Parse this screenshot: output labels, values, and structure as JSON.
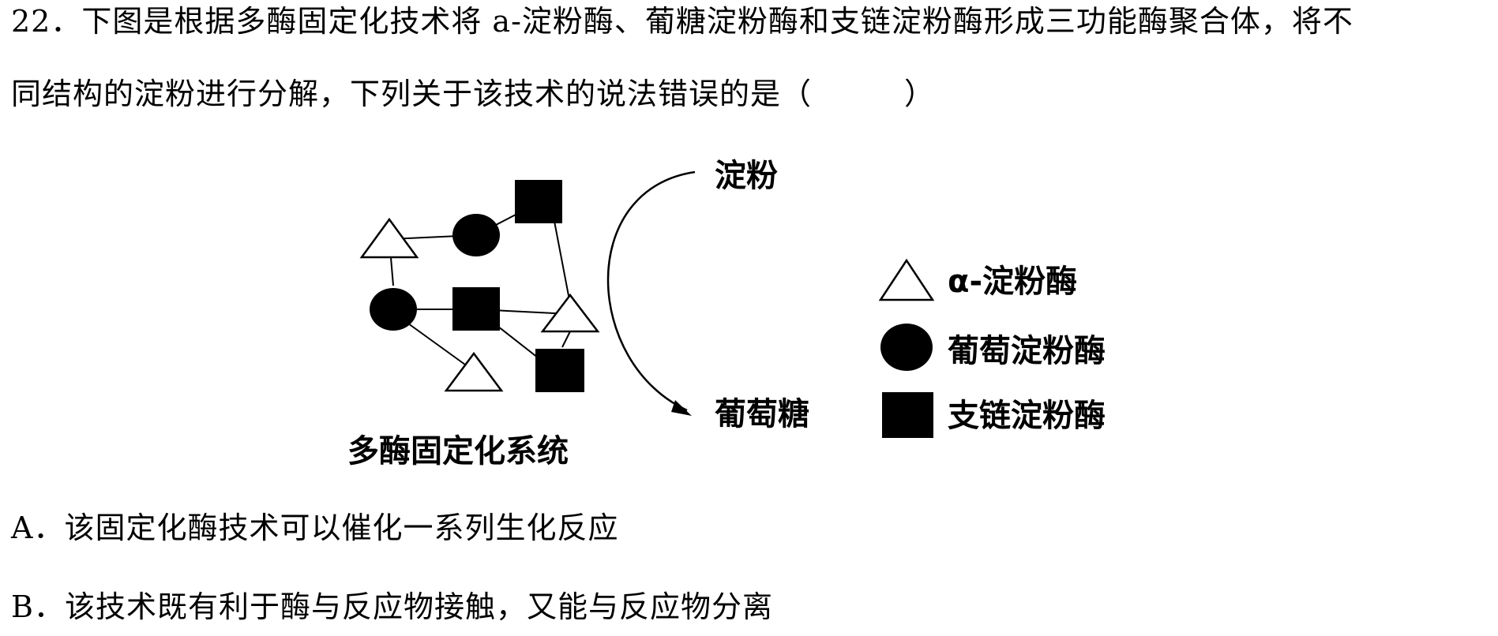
{
  "question": {
    "line1": "22．下图是根据多酶固定化技术将 a-淀粉酶、葡糖淀粉酶和支链淀粉酶形成三功能酶聚合体，将不",
    "line2": "同结构的淀粉进行分解，下列关于该技术的说法错误的是（　　　）"
  },
  "diagram": {
    "system_label": "多酶固定化系统",
    "substrate_label": "淀粉",
    "product_label": "葡萄糖",
    "legend": [
      {
        "shape": "triangle",
        "label": "α-淀粉酶"
      },
      {
        "shape": "circle",
        "label": "葡萄淀粉酶"
      },
      {
        "shape": "square",
        "label": "支链淀粉酶"
      }
    ]
  },
  "options": [
    {
      "letter": "A．",
      "text": "该固定化酶技术可以催化一系列生化反应"
    },
    {
      "letter": "B．",
      "text": "该技术既有利于酶与反应物接触，又能与反应物分离"
    }
  ]
}
